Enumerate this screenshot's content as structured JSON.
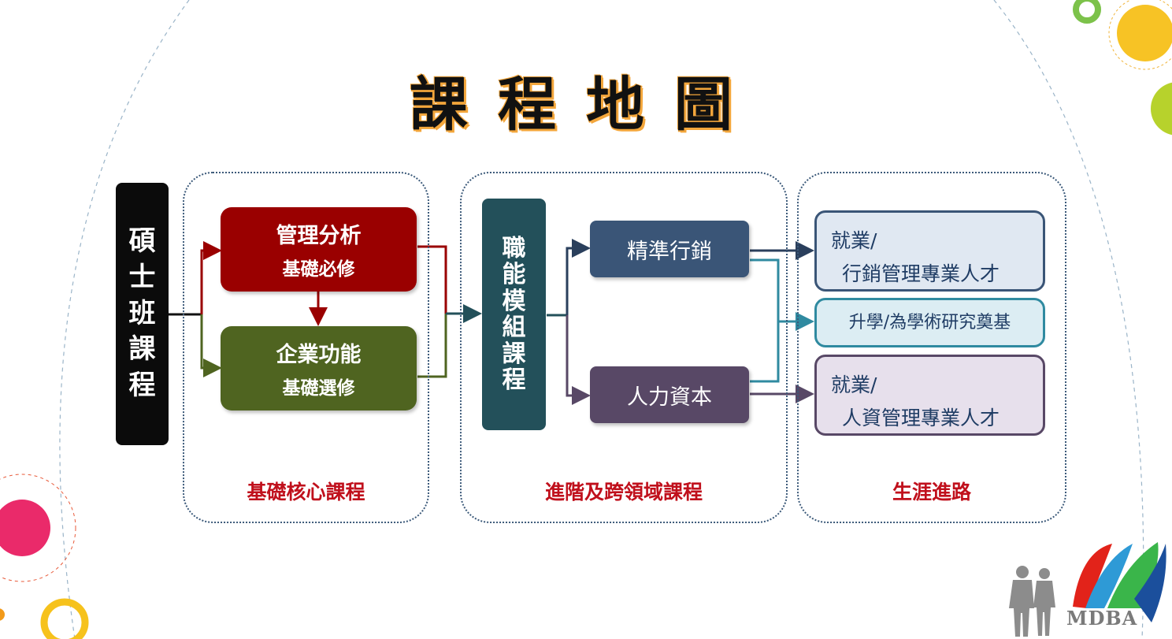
{
  "title": "課程地圖",
  "left_label": [
    "碩",
    "士",
    "班",
    "課",
    "程"
  ],
  "core": {
    "card1": {
      "line1": "管理分析",
      "line2": "基礎必修"
    },
    "card2": {
      "line1": "企業功能",
      "line2": "基礎選修"
    },
    "label": "基礎核心課程"
  },
  "advanced": {
    "module_label": [
      "職",
      "能",
      "模",
      "組",
      "課",
      "程"
    ],
    "item1": "精準行銷",
    "item2": "人力資本",
    "label": "進階及跨領域課程"
  },
  "career": {
    "box1": {
      "line1": "就業/",
      "line2": "行銷管理專業人才"
    },
    "box2": "升學/為學術研究奠基",
    "box3": {
      "line1": "就業/",
      "line2": "人資管理專業人才"
    },
    "label": "生涯進路"
  },
  "logo": {
    "text": "MDBA"
  },
  "colors": {
    "left_box": "#0b0b0b",
    "card_required": "#9a0000",
    "card_elective": "#4f6420",
    "module": "#23505a",
    "marketing": "#3a5577",
    "hr": "#584866",
    "career_blue": "#e0e8f2",
    "career_cyan": "#dcedf3",
    "career_purple": "#e7e0ec",
    "label_red": "#c0101c"
  }
}
